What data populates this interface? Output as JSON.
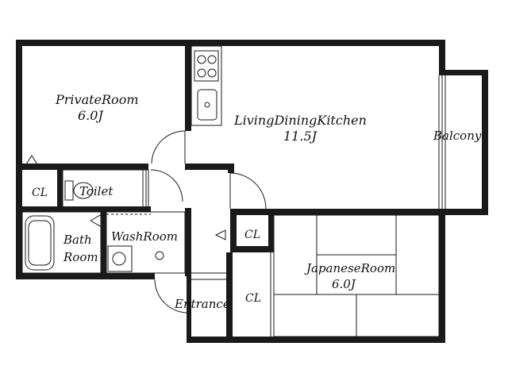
{
  "rooms": {
    "private": {
      "name": "PrivateRoom",
      "size": "6.0J"
    },
    "ldk": {
      "name": "LivingDiningKitchen",
      "size": "11.5J"
    },
    "japanese": {
      "name": "JapaneseRoom",
      "size": "6.0J"
    },
    "balcony": {
      "name": "Balcony"
    },
    "toilet": {
      "name": "Toilet"
    },
    "washroom": {
      "name": "WashRoom"
    },
    "bath": {
      "line1": "Bath",
      "line2": "Room"
    },
    "entrance": {
      "name": "Entrance"
    }
  },
  "closets": {
    "cl_private": "CL",
    "cl_hall": "CL",
    "cl_japanese": "CL"
  },
  "colors": {
    "wall": "#1a1a1a",
    "background": "#ffffff"
  }
}
